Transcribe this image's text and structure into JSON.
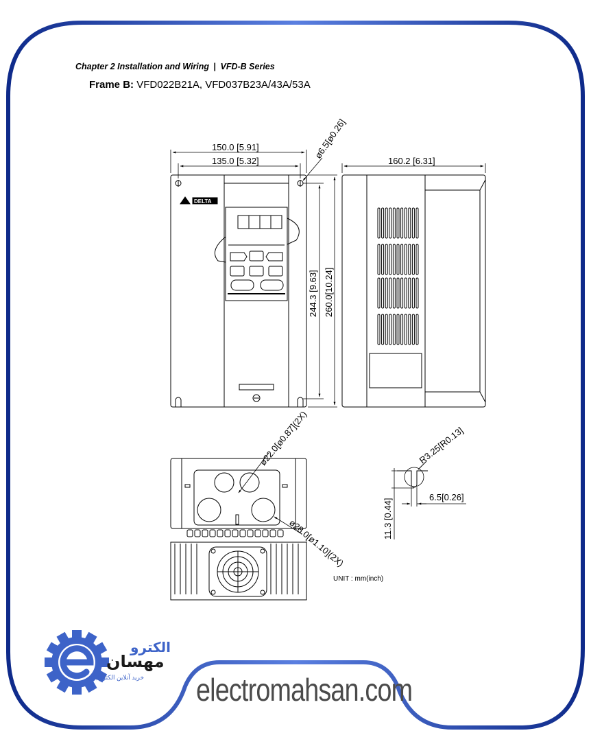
{
  "header": {
    "chapter": "Chapter 2 Installation and Wiring",
    "separator": "|",
    "series": "VFD-B Series"
  },
  "frame": {
    "label": "Frame B:",
    "models": "VFD022B21A, VFD037B23A/43A/53A"
  },
  "dimensions": {
    "width_overall": "150.0 [5.91]",
    "width_mounting": "135.0 [5.32]",
    "hole_dia": "ø6.5[ø0.26]",
    "depth": "160.2 [6.31]",
    "height_mounting": "244.3 [9.63]",
    "height_overall": "260.0[10.24]",
    "knockout_small": "ø22.0[ø0.87](2X)",
    "knockout_large": "ø28.0[ø1.10](2X)",
    "slot_radius": "R3.25[R0.13]",
    "slot_width": "6.5[0.26]",
    "slot_height": "11.3 [0.44]"
  },
  "unit_note": "UNIT : mm(inch)",
  "brand_label": "DELTA",
  "watermark": {
    "site": "electromahsan.com",
    "logo_text_1": "الکترو",
    "logo_text_2": "مهسان",
    "logo_tagline": "خرید آنلاین الکترونیک"
  },
  "colors": {
    "border_blue": "#1f3fa8",
    "logo_blue": "#3d63c8",
    "line": "#000000"
  }
}
